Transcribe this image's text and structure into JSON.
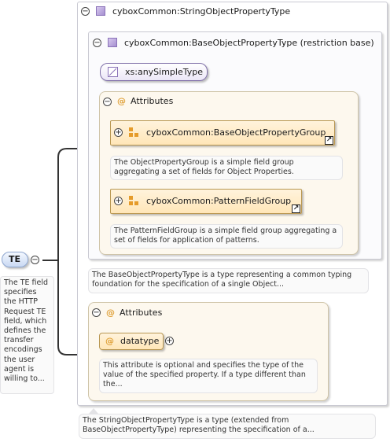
{
  "root": {
    "label": "TE",
    "note": "The TE field specifies the HTTP Request TE field, which defines the transfer encodings the user agent is willing to..."
  },
  "string_type": {
    "label": "cyboxCommon:StringObjectPropertyType",
    "note": "The StringObjectPropertyType is a type (extended from BaseObjectPropertyType) representing the specification of a..."
  },
  "base_type": {
    "label": "cyboxCommon:BaseObjectPropertyType (restriction base)",
    "note": "The BaseObjectPropertyType is a type representing a common typing foundation for the specification of a single Object..."
  },
  "simple_type": {
    "label": "xs:anySimpleType"
  },
  "inner_attributes": {
    "label": "Attributes",
    "groups": [
      {
        "label": "cyboxCommon:BaseObjectPropertyGroup",
        "note": "The ObjectPropertyGroup is a simple field group aggregating a set of fields for Object Properties."
      },
      {
        "label": "cyboxCommon:PatternFieldGroup",
        "note": "The PatternFieldGroup is a simple field group aggregating a set of fields for application of patterns."
      }
    ]
  },
  "outer_attributes": {
    "label": "Attributes",
    "datatype": {
      "label": "datatype",
      "note": "This attribute is optional and specifies the type of the value of the specified property. If a type different than the..."
    }
  },
  "glyphs": {
    "collapse": "−",
    "expand": "+",
    "at": "@",
    "link": "↗"
  },
  "colors": {
    "node_fill": "#dde8fb",
    "attr_fill": "#fdf6e8",
    "group_fill": "#ffe6b8",
    "type_icon": "#a58fd0",
    "connector": "#333333"
  }
}
